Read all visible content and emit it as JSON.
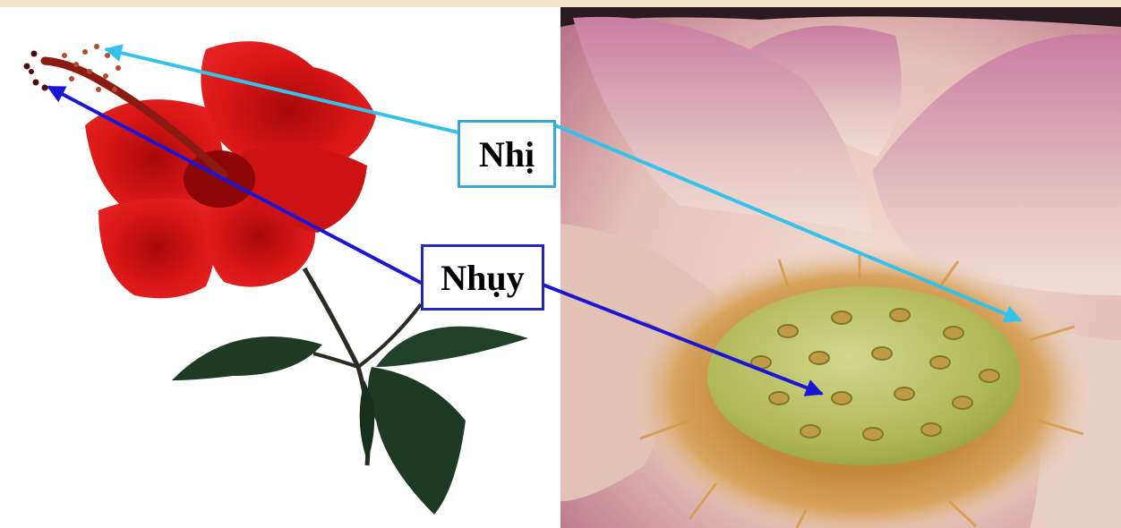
{
  "labels": {
    "stamen": "Nhị",
    "pistil": "Nhụy"
  },
  "colors": {
    "stamen_arrow": "#33c3ea",
    "pistil_arrow": "#1a16d6",
    "stamen_box_border": "#3aa6dc",
    "pistil_box_border": "#2325b8",
    "hibiscus_petal": "#d61414",
    "leaf": "#1e3a22",
    "lotus_petal": "#e9cfc6",
    "lotus_receptacle": "#b9c25a",
    "lotus_stamens": "#c99242"
  },
  "images": {
    "left": "red-hibiscus-flower",
    "right": "pink-lotus-flower-closeup"
  }
}
